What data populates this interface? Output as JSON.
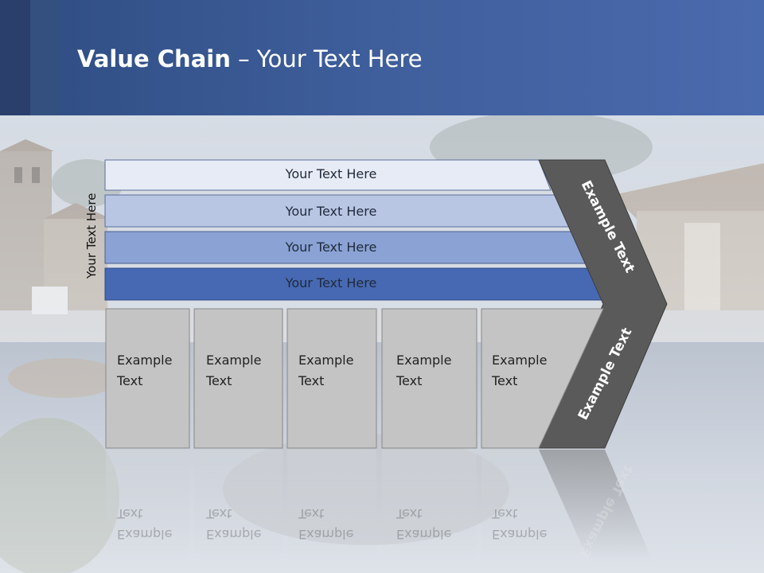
{
  "slide": {
    "title_bold": "Value Chain",
    "title_rest": " – Your Text Here",
    "side_label": "Your Text Here"
  },
  "ribbons": [
    {
      "label": "Your Text Here",
      "color": "#e7ebf5"
    },
    {
      "label": "Your Text Here",
      "color": "#b8c6e4"
    },
    {
      "label": "Your Text Here",
      "color": "#8aa2d4"
    },
    {
      "label": "Your Text Here",
      "color": "#4769b3"
    }
  ],
  "boxes": [
    {
      "line1": "Example",
      "line2": "Text"
    },
    {
      "line1": "Example",
      "line2": "Text"
    },
    {
      "line1": "Example",
      "line2": "Text"
    },
    {
      "line1": "Example",
      "line2": "Text"
    },
    {
      "line1": "Example",
      "line2": "Text"
    }
  ],
  "arrow": {
    "upper_label": "Example Text",
    "lower_label": "Example Text",
    "color": "#5a5a5a"
  },
  "colors": {
    "header": "#3d5d9a",
    "box": "#c4c4c4"
  }
}
